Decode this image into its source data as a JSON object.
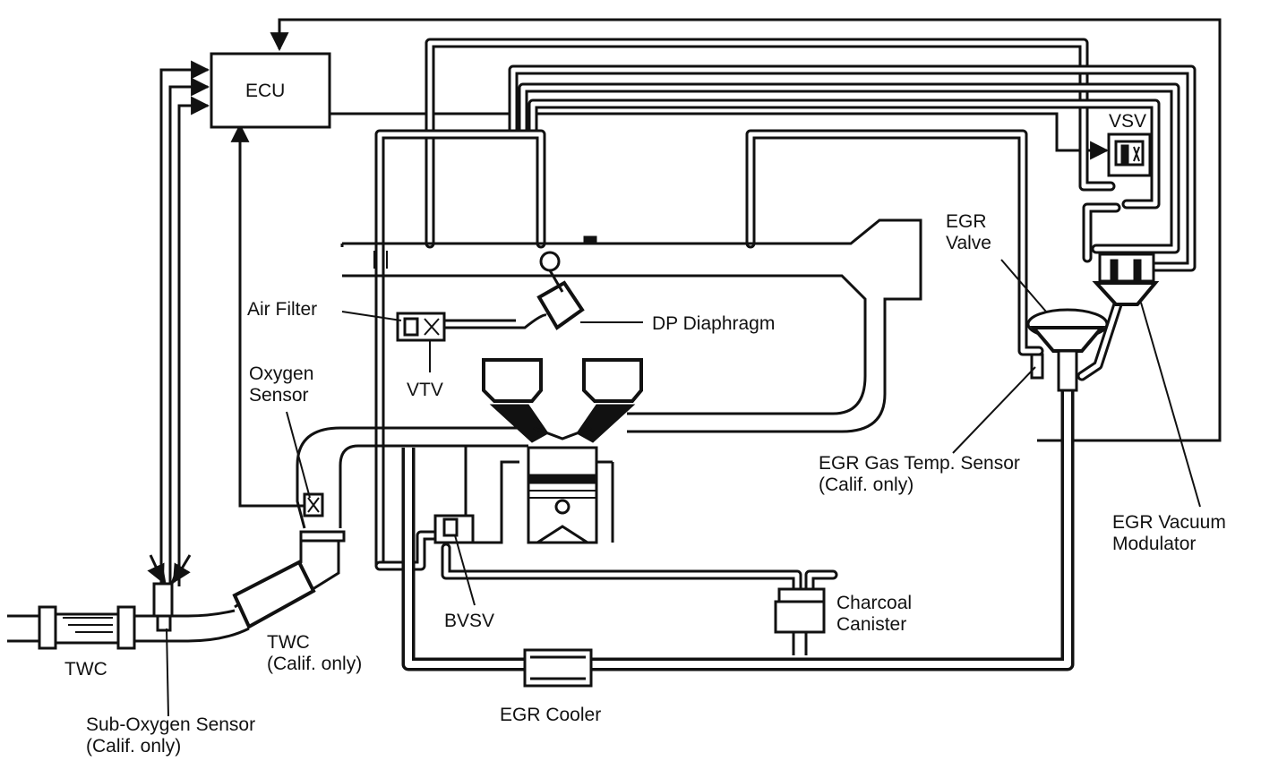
{
  "labels": {
    "ecu": "ECU",
    "vsv": "VSV",
    "egr_valve": "EGR\nValve",
    "air_filter": "Air Filter",
    "dp_diaphragm": "DP Diaphragm",
    "vtv": "VTV",
    "oxygen_sensor": "Oxygen\nSensor",
    "egr_gas_temp_sensor": "EGR Gas Temp. Sensor\n(Calif. only)",
    "egr_vacuum_modulator": "EGR Vacuum\nModulator",
    "charcoal_canister": "Charcoal\nCanister",
    "bvsv": "BVSV",
    "twc_front": "TWC",
    "twc_rear": "TWC\n(Calif. only)",
    "sub_oxygen_sensor": "Sub-Oxygen Sensor\n(Calif. only)",
    "egr_cooler": "EGR Cooler"
  }
}
